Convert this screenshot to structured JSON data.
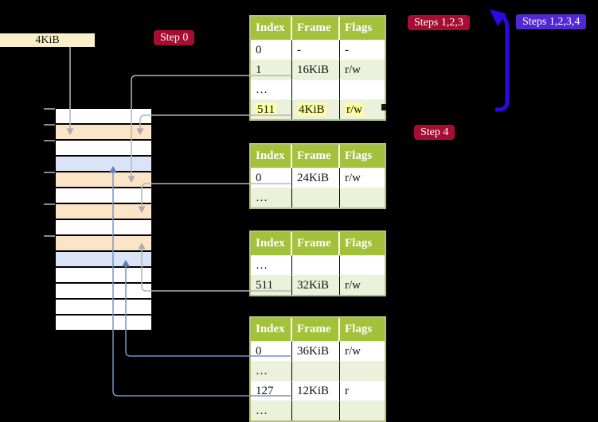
{
  "labels": {
    "frame_size": "4KiB",
    "step0": "Step 0",
    "steps_123": "Steps 1,2,3",
    "steps_1234": "Steps 1,2,3,4",
    "step4": "Step 4"
  },
  "colors": {
    "background": "#000000",
    "table_header_green": "#a4c13c",
    "table_shaded_row": "#ebf1da",
    "yellow_highlight": "#feff9d",
    "memory_pagetable_frame": "#fce4c7",
    "memory_mapped_page_frame": "#d9e5f6",
    "frame_size_box": "#f9efc9",
    "step_badge_red": "#a60d33",
    "step_badge_purple": "#5128d4",
    "gray_arrow": "#b5b5b5",
    "thin_blue_arrow": "#7693c7",
    "thick_blue_arrow": "#2f07e3"
  },
  "memory_column": {
    "rows": [
      {
        "kind": "white"
      },
      {
        "kind": "pagetable"
      },
      {
        "kind": "white"
      },
      {
        "kind": "page"
      },
      {
        "kind": "pagetable"
      },
      {
        "kind": "white"
      },
      {
        "kind": "pagetable"
      },
      {
        "kind": "white"
      },
      {
        "kind": "pagetable"
      },
      {
        "kind": "page"
      },
      {
        "kind": "white"
      },
      {
        "kind": "white"
      },
      {
        "kind": "white"
      },
      {
        "kind": "white"
      }
    ]
  },
  "tables": [
    {
      "name": "page-table-top",
      "headers": [
        "Index",
        "Frame",
        "Flags"
      ],
      "rows": [
        {
          "cells": [
            "0",
            "-",
            "-"
          ],
          "shaded": false,
          "highlight": false
        },
        {
          "cells": [
            "1",
            "16KiB",
            "r/w"
          ],
          "shaded": true,
          "highlight": false
        },
        {
          "cells": [
            "…",
            "",
            ""
          ],
          "shaded": false,
          "highlight": false
        },
        {
          "cells": [
            "511",
            "4KiB",
            "r/w"
          ],
          "shaded": true,
          "highlight": true
        }
      ]
    },
    {
      "name": "page-table-second",
      "headers": [
        "Index",
        "Frame",
        "Flags"
      ],
      "rows": [
        {
          "cells": [
            "0",
            "24KiB",
            "r/w"
          ],
          "shaded": false,
          "highlight": false
        },
        {
          "cells": [
            "…",
            "",
            ""
          ],
          "shaded": true,
          "highlight": false
        }
      ]
    },
    {
      "name": "page-table-third",
      "headers": [
        "Index",
        "Frame",
        "Flags"
      ],
      "rows": [
        {
          "cells": [
            "…",
            "",
            ""
          ],
          "shaded": false,
          "highlight": false
        },
        {
          "cells": [
            "511",
            "32KiB",
            "r/w"
          ],
          "shaded": true,
          "highlight": false
        }
      ]
    },
    {
      "name": "page-table-bottom",
      "headers": [
        "Index",
        "Frame",
        "Flags"
      ],
      "rows": [
        {
          "cells": [
            "0",
            "36KiB",
            "r/w"
          ],
          "shaded": false,
          "highlight": false
        },
        {
          "cells": [
            "…",
            "",
            ""
          ],
          "shaded": true,
          "highlight": false
        },
        {
          "cells": [
            "127",
            "12KiB",
            "r"
          ],
          "shaded": false,
          "highlight": false
        },
        {
          "cells": [
            "…",
            "",
            ""
          ],
          "shaded": true,
          "highlight": false
        }
      ]
    }
  ]
}
